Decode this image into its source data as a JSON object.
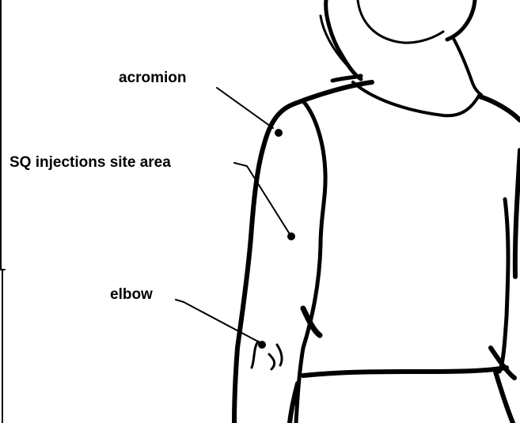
{
  "labels": {
    "acromion": "acromion",
    "sq_site": "SQ injections site area",
    "elbow": "elbow"
  },
  "colors": {
    "ink": "#000000",
    "background": "#ffffff"
  }
}
